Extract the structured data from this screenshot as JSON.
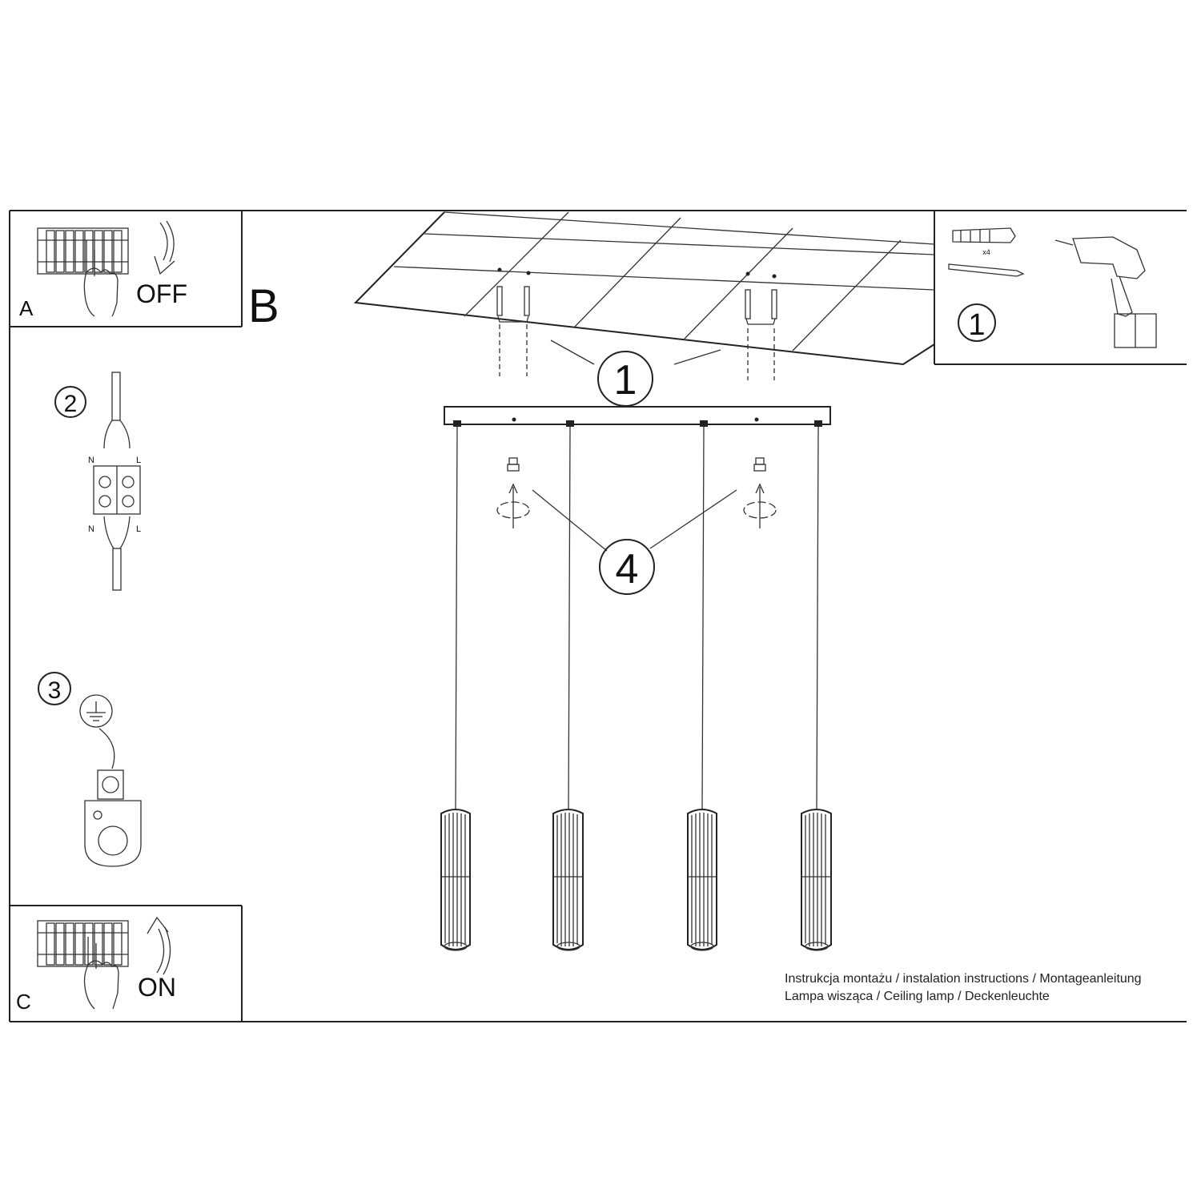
{
  "panels": {
    "a": {
      "letter": "A",
      "action": "OFF"
    },
    "b": {
      "letter": "B"
    },
    "c": {
      "letter": "C",
      "action": "ON"
    }
  },
  "steps": {
    "step_1_callout": "1",
    "step_1_tools": "1",
    "step_2": "2",
    "step_3": "3",
    "step_4": "4"
  },
  "wiring": {
    "neutral": "N",
    "live": "L"
  },
  "hardware": {
    "anchor_quantity": "x4"
  },
  "lamps": {
    "pendant_count": 4
  },
  "caption": {
    "line1": "Instrukcja montażu / instalation instructions / Montageanleitung",
    "line2": "Lampa wisząca / Ceiling lamp / Deckenleuchte"
  }
}
